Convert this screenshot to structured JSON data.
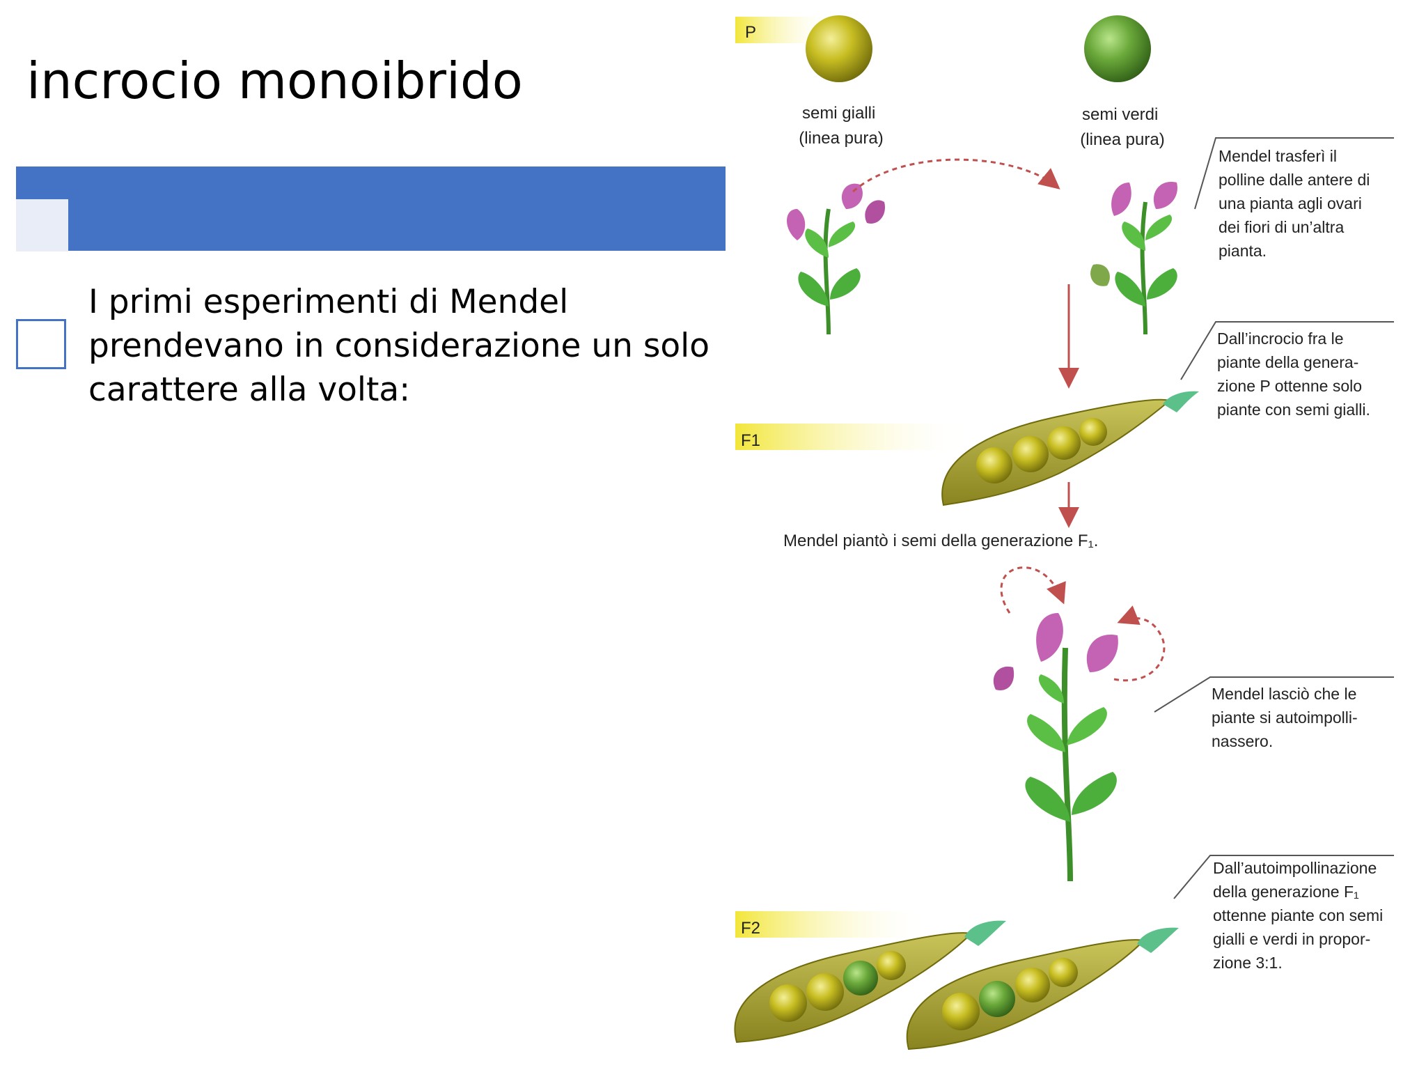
{
  "slide": {
    "title": "incrocio monoibrido",
    "body": "I primi esperimenti di Mendel prendevano in considerazione un solo carattere alla volta:"
  },
  "figure": {
    "generations": {
      "p": "P",
      "f1": "F1",
      "f2": "F2"
    },
    "seed_yellow": [
      "semi gialli",
      "(linea pura)"
    ],
    "seed_green": [
      "semi verdi",
      "(linea pura)"
    ],
    "note_transfer": [
      "Mendel trasferì il",
      "polline dalle antere di",
      "una pianta agli  ovari",
      "dei fiori di un’altra",
      "pianta."
    ],
    "note_cross": [
      "Dall’incrocio fra le",
      "piante della genera-",
      "zione P ottenne solo",
      "piante con semi gialli."
    ],
    "caption_f1": "Mendel piantò i semi della generazione F₁.",
    "note_self": [
      "Mendel lasciò che le",
      "piante si autoimpolli-",
      "nassero."
    ],
    "note_f2": [
      "Dall’autoimpollinazione",
      "della generazione F₁",
      "ottenne piante con semi",
      "gialli e verdi in propor-",
      "zione 3:1."
    ]
  },
  "colors": {
    "accent": "#4472c4",
    "accent_light": "#e9edf8",
    "seed_yellow": "#b5ad1a",
    "seed_green": "#6aa83a",
    "flower": "#c462b4",
    "leaf": "#4caf3c",
    "arrow": "#c0504d"
  }
}
